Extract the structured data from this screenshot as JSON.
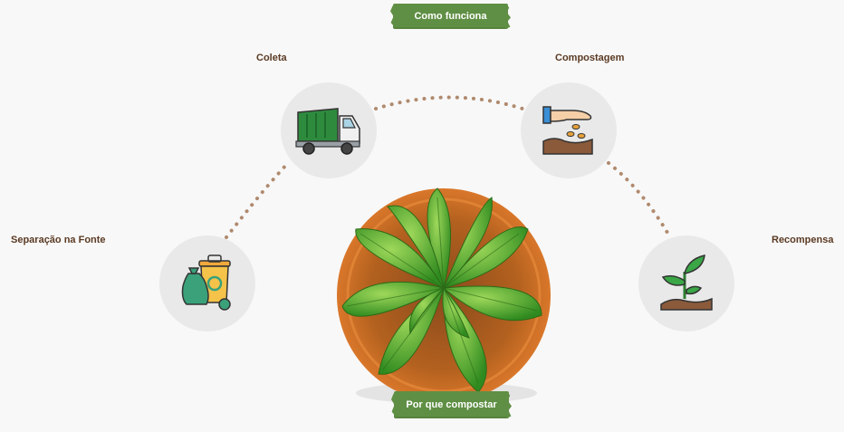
{
  "header": {
    "tab_label": "Como funciona"
  },
  "steps": [
    {
      "label": "Separação na Fonte",
      "icon": "recycling-bin-icon"
    },
    {
      "label": "Coleta",
      "icon": "garbage-truck-icon"
    },
    {
      "label": "Compostagem",
      "icon": "composting-hand-icon"
    },
    {
      "label": "Recompensa",
      "icon": "sprout-icon"
    }
  ],
  "footer": {
    "tab_label": "Por que compostar"
  },
  "colors": {
    "accent": "#5f8f44",
    "label": "#5b3a23",
    "dots": "#b08a6e",
    "circle": "#e9e9e9"
  }
}
